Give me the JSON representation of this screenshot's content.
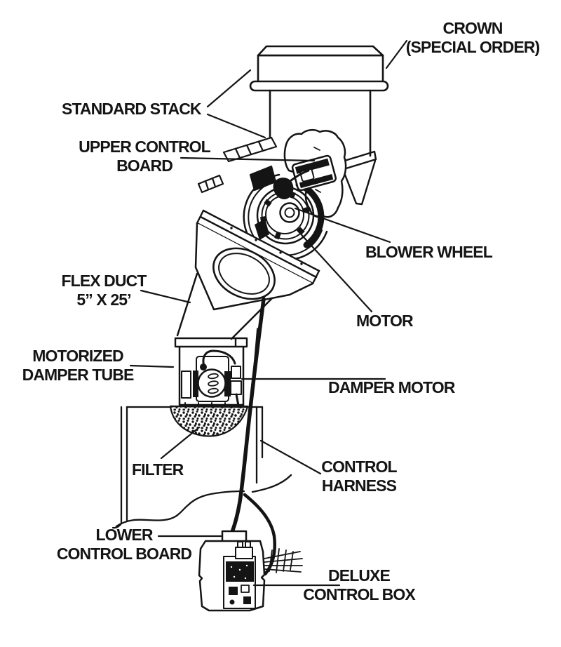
{
  "diagram": {
    "description": "Exploded line-art parts diagram of a stack blower / vent system",
    "colors": {
      "ink": "#141414",
      "background": "#ffffff"
    },
    "labels": {
      "crown": {
        "line1": "CROWN",
        "line2": "(SPECIAL ORDER)"
      },
      "standard_stack": {
        "line1": "STANDARD STACK"
      },
      "upper_control_board": {
        "line1": "UPPER CONTROL",
        "line2": "BOARD"
      },
      "blower_wheel": {
        "line1": "BLOWER WHEEL"
      },
      "flex_duct": {
        "line1": "FLEX DUCT",
        "line2": "5” X 25’"
      },
      "motor": {
        "line1": "MOTOR"
      },
      "motorized_damper_tube": {
        "line1": "MOTORIZED",
        "line2": "DAMPER TUBE"
      },
      "damper_motor": {
        "line1": "DAMPER MOTOR"
      },
      "filter": {
        "line1": "FILTER"
      },
      "control_harness": {
        "line1": "CONTROL",
        "line2": "HARNESS"
      },
      "lower_control_board": {
        "line1": "LOWER",
        "line2": "CONTROL BOARD"
      },
      "deluxe_control_box": {
        "line1": "DELUXE",
        "line2": "CONTROL BOX"
      }
    }
  }
}
